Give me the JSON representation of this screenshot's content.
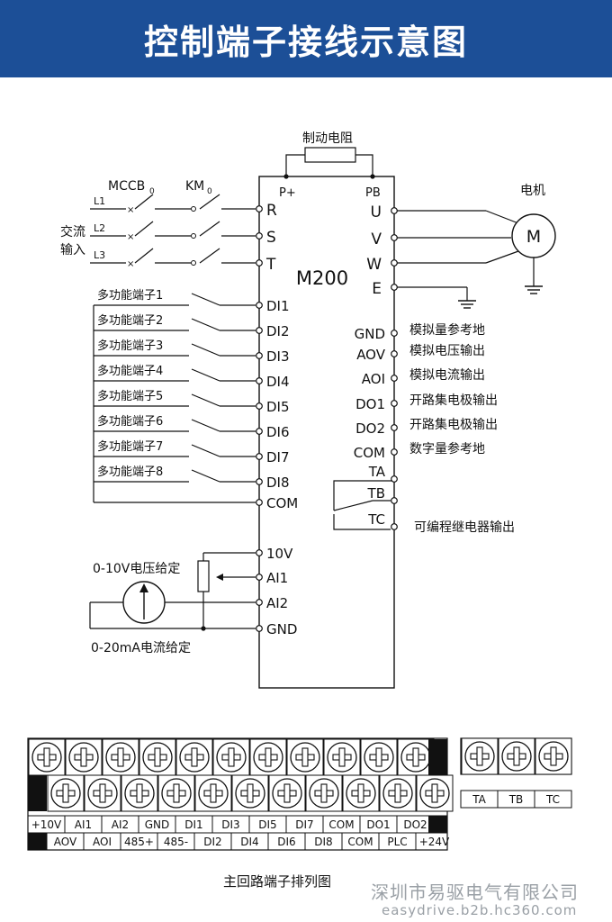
{
  "banner": {
    "title": "控制端子接线示意图",
    "color": "#1c4f97"
  },
  "diagram": {
    "model": "M200",
    "brake": {
      "label": "制动电阻",
      "p_plus": "P+",
      "pb": "PB"
    },
    "breakers": {
      "mccb": "MCCB",
      "mccb_sub": "0",
      "km": "KM",
      "km_sub": "0"
    },
    "ac_input": {
      "line1": "交流",
      "line2": "输入"
    },
    "phases": [
      "L1",
      "L2",
      "L3"
    ],
    "input_terms": [
      "R",
      "S",
      "T"
    ],
    "output_terms": [
      "U",
      "V",
      "W",
      "E"
    ],
    "motor": {
      "label": "电机",
      "symbol": "M"
    },
    "multi_inputs": [
      {
        "label": "多功能端子1",
        "term": "DI1"
      },
      {
        "label": "多功能端子2",
        "term": "DI2"
      },
      {
        "label": "多功能端子3",
        "term": "DI3"
      },
      {
        "label": "多功能端子4",
        "term": "DI4"
      },
      {
        "label": "多功能端子5",
        "term": "DI5"
      },
      {
        "label": "多功能端子6",
        "term": "DI6"
      },
      {
        "label": "多功能端子7",
        "term": "DI7"
      },
      {
        "label": "多功能端子8",
        "term": "DI8"
      }
    ],
    "com_left": "COM",
    "right_terms": [
      {
        "term": "GND",
        "desc": "模拟量参考地"
      },
      {
        "term": "AOV",
        "desc": "模拟电压输出"
      },
      {
        "term": "AOI",
        "desc": "模拟电流输出"
      },
      {
        "term": "DO1",
        "desc": "开路集电极输出"
      },
      {
        "term": "DO2",
        "desc": "开路集电极输出"
      },
      {
        "term": "COM",
        "desc": "数字量参考地"
      }
    ],
    "relay": {
      "ta": "TA",
      "tb": "TB",
      "tc": "TC",
      "desc": "可编程继电器输出"
    },
    "analog_terms": [
      "10V",
      "AI1",
      "AI2",
      "GND"
    ],
    "voltage_label": "0-10V电压给定",
    "current_label": "0-20mA电流给定"
  },
  "terminal_strip": {
    "row1": [
      "+10V",
      "AI1",
      "AI2",
      "GND",
      "DI1",
      "DI3",
      "DI5",
      "DI7",
      "COM",
      "DO1",
      "DO2"
    ],
    "row2": [
      "AOV",
      "AOI",
      "485+",
      "485-",
      "DI2",
      "DI4",
      "DI6",
      "DI8",
      "COM",
      "PLC",
      "+24V"
    ],
    "relay": [
      "TA",
      "TB",
      "TC"
    ],
    "caption": "主回路端子排列图"
  },
  "watermark": {
    "company": "深圳市易驱电气有限公司",
    "url": "easydrive.b2b.hc360.com"
  }
}
